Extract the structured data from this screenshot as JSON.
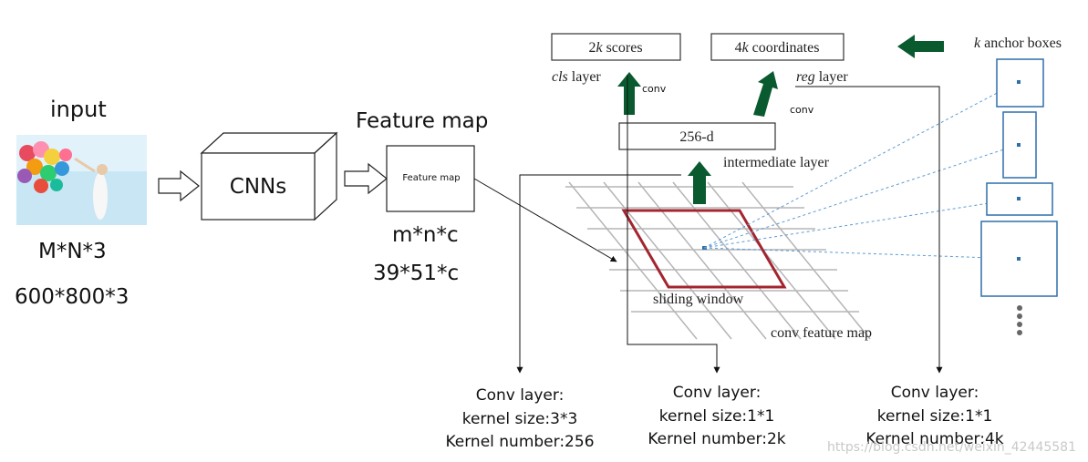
{
  "input": {
    "title": "input",
    "dims1": "M*N*3",
    "dims2": "600*800*3"
  },
  "cnn": {
    "label": "CNNs"
  },
  "feature_map": {
    "title": "Feature map",
    "box_label": "Feature map",
    "dims1": "m*n*c",
    "dims2": "39*51*c"
  },
  "rpn": {
    "scores_num": "2",
    "scores_k": "k",
    "scores_rest": " scores",
    "coords_num": "4",
    "coords_k": "k",
    "coords_rest": " coordinates",
    "cls_italic": "cls",
    "cls_rest": " layer",
    "reg_italic": "reg",
    "reg_rest": " layer",
    "conv_left": "conv",
    "conv_right": "conv",
    "d256": "256-d",
    "intermediate": "intermediate layer",
    "sliding_window": "sliding window",
    "conv_feature_map": "conv feature map",
    "anchor_k": "k",
    "anchor_rest": " anchor boxes"
  },
  "notes": [
    {
      "line1": "Conv layer:",
      "line2": "kernel size:3*3",
      "line3": "Kernel number:256"
    },
    {
      "line1": "Conv layer:",
      "line2": "kernel size:1*1",
      "line3": "Kernel number:2k"
    },
    {
      "line1": "Conv layer:",
      "line2": "kernel size:1*1",
      "line3": "Kernel number:4k"
    }
  ],
  "watermark": "https://blog.csdn.net/weixin_42445581",
  "colors": {
    "green_arrow": "#0a5a2f",
    "window_red": "#a3252f",
    "anchor_blue": "#2e6faa",
    "grid_gray": "#b5b5b5"
  }
}
